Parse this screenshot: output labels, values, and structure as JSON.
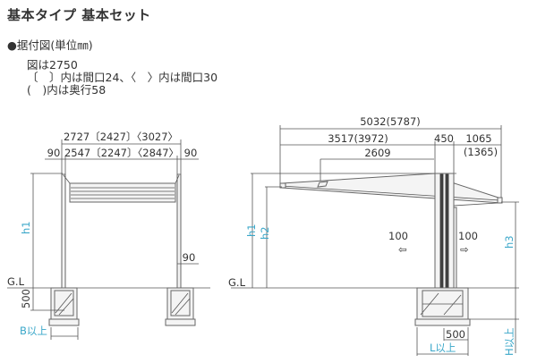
{
  "title": "基本タイプ 基本セット",
  "subtitle": "●据付図(単位㎜)",
  "notes": [
    "図は2750",
    "〔　〕内は間口24、〈　〉内は間口30",
    "(　)内は奥行58"
  ],
  "front_view": {
    "overall_width": "2727〔2427〕〈3027〉",
    "inner_width": "2547〔2247〕〈2847〉",
    "left_margin": "90",
    "right_margin": "90",
    "post_width": "90",
    "height_label": "h1",
    "ground_label": "G.L",
    "depth_label": "500",
    "base_label": "B以上"
  },
  "side_view": {
    "overall_length": "5032(5787)",
    "front_length": "3517(3972)",
    "post_depth": "450",
    "rear_length": "1065",
    "rear_length_alt": "(1365)",
    "beam_length": "2609",
    "h1_label": "h1",
    "h2_label": "h2",
    "h3_label": "h3",
    "left_offset": "100",
    "right_offset": "100",
    "ground_label": "G.L",
    "foundation_width": "500",
    "length_label": "L以上",
    "height_below_label": "H以上"
  },
  "colors": {
    "label_accent": "#3aa7c9"
  }
}
